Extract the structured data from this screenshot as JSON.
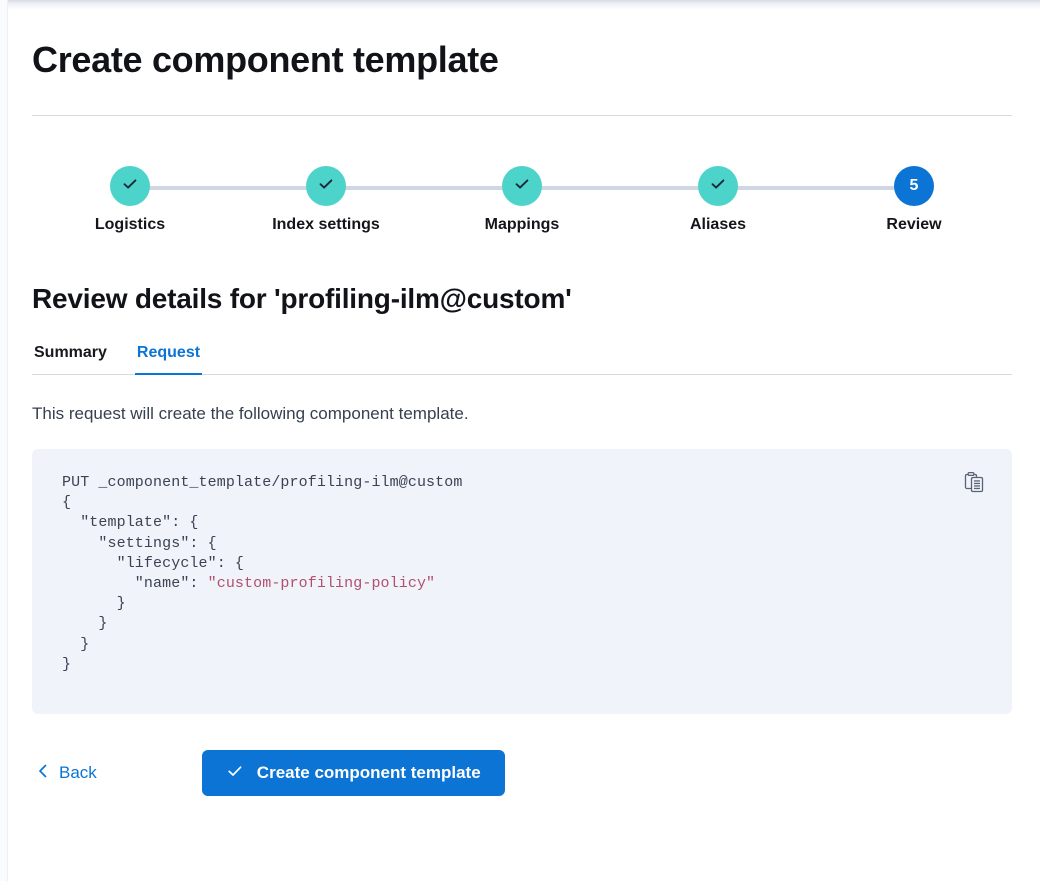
{
  "page": {
    "title": "Create component template"
  },
  "stepper": {
    "steps": [
      {
        "label": "Logistics",
        "state": "complete",
        "number": "1",
        "icon": "check-icon"
      },
      {
        "label": "Index settings",
        "state": "complete",
        "number": "2",
        "icon": "check-icon"
      },
      {
        "label": "Mappings",
        "state": "complete",
        "number": "3",
        "icon": "check-icon"
      },
      {
        "label": "Aliases",
        "state": "complete",
        "number": "4",
        "icon": "check-icon"
      },
      {
        "label": "Review",
        "state": "current",
        "number": "5",
        "icon": ""
      }
    ],
    "complete_color": "#4DD4CA",
    "current_color": "#0B74D4",
    "line_color": "#CFD6E4"
  },
  "review": {
    "heading": "Review details for 'profiling-ilm@custom'",
    "tabs": [
      {
        "label": "Summary",
        "active": false
      },
      {
        "label": "Request",
        "active": true
      }
    ],
    "description": "This request will create the following component template.",
    "code": {
      "method_line": "PUT _component_template/profiling-ilm@custom",
      "body_before_string": "{\n  \"template\": {\n    \"settings\": {\n      \"lifecycle\": {\n        \"name\": ",
      "string_value": "\"custom-profiling-policy\"",
      "body_after_string": "\n      }\n    }\n  }\n}",
      "copy_icon": "copy-clipboard-icon",
      "background": "#F0F3FA",
      "string_color": "#B0506E"
    }
  },
  "footer": {
    "back_label": "Back",
    "back_icon": "chevron-left-icon",
    "create_label": "Create component template",
    "create_icon": "check-icon",
    "accent_color": "#0B74D4"
  }
}
